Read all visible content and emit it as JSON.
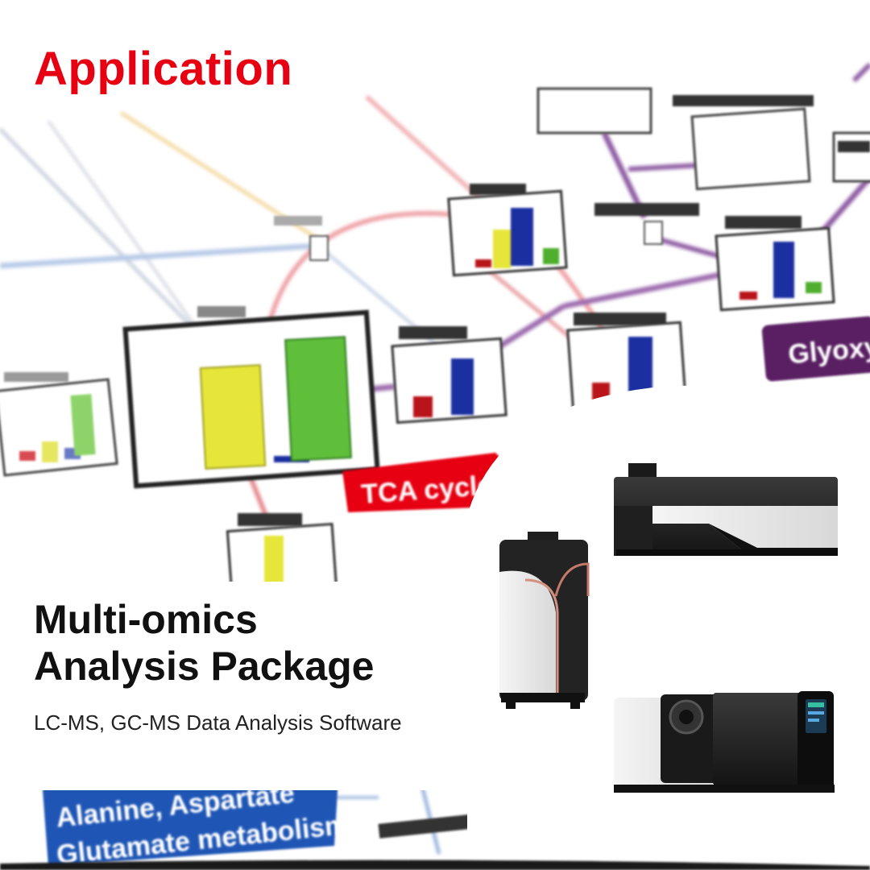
{
  "header": {
    "category": "Application"
  },
  "product": {
    "title_line1": "Multi-omics",
    "title_line2": "Analysis Package",
    "subtitle": "LC-MS, GC-MS Data Analysis Software"
  },
  "pathway_map": {
    "labels": {
      "tca_cycle": "TCA cycle",
      "glyoxylate": "Glyoxy",
      "alanine_metabolism_line1": "Alanine, Aspartate",
      "alanine_metabolism_line2": "Glutamate metabolism"
    }
  },
  "colors": {
    "brand_red": "#e60012",
    "tca_red": "#e60012",
    "glyoxylate_purple": "#5a1f63",
    "alanine_blue": "#1f56b5",
    "bar_yellow": "#e6e63a",
    "bar_green": "#5fbf3a",
    "bar_blue": "#1c2fa0",
    "bar_red": "#b8141a"
  },
  "icons": [
    "lcms-instrument-icon",
    "lcms-tower-instrument-icon",
    "gcms-instrument-icon"
  ]
}
